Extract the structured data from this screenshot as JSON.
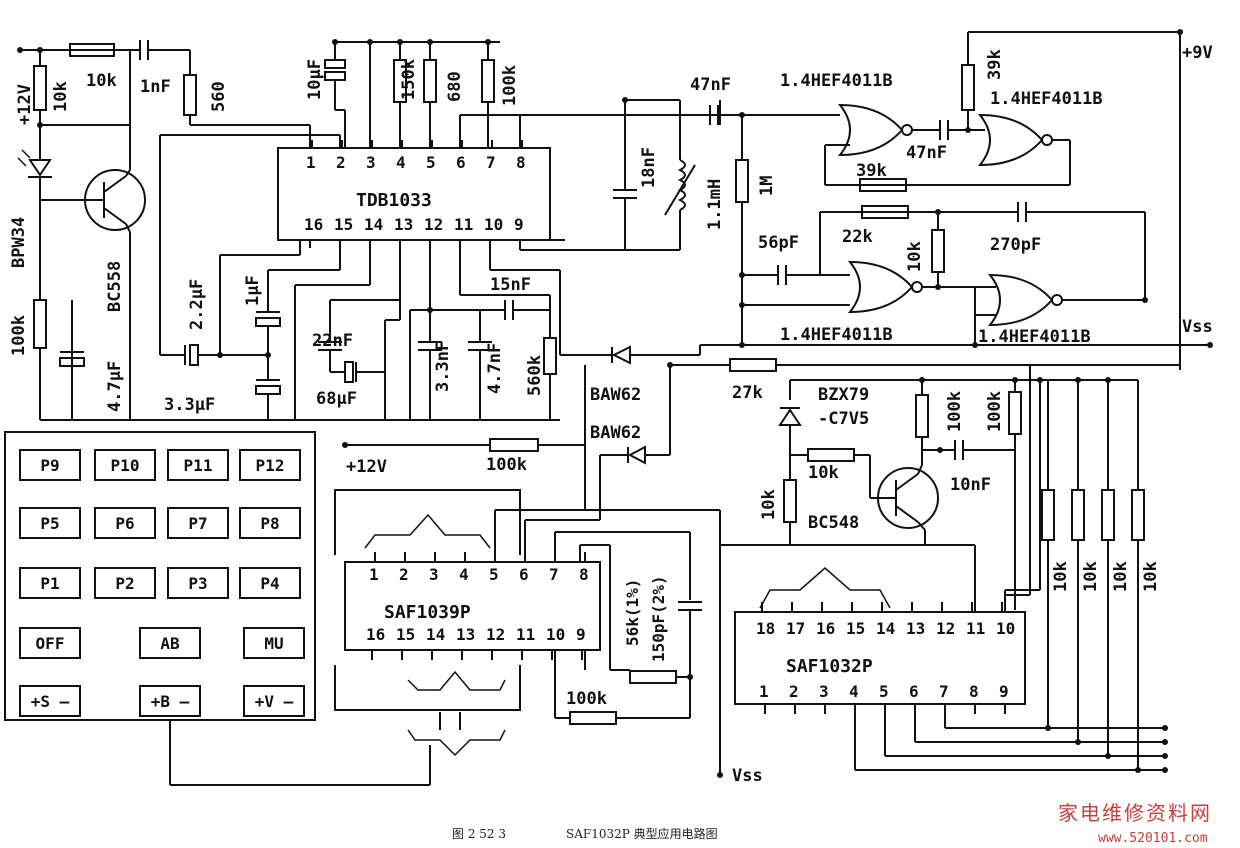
{
  "labels": {
    "plus12v_top": "+12V",
    "r10k_a": "10k",
    "r10k_b": "10k",
    "c1nf": "1nF",
    "r560": "560",
    "c10uf": "10µF",
    "r150k": "150k",
    "r680": "680",
    "r100k_a": "100k",
    "c47nf_a": "47nF",
    "hef_a": "1.4HEF4011B",
    "hef_b": "1.4HEF4011B",
    "r39k_a": "39k",
    "plus9v": "+9V",
    "c18nf": "18nF",
    "l11mh": "1.1mH",
    "r1m": "1M",
    "c47nf_b": "47nF",
    "r39k_b": "39k",
    "c56pf": "56pF",
    "r22k": "22k",
    "r10k_c": "10k",
    "c270pf": "270pF",
    "hef_c": "1.4HEF4011B",
    "hef_d": "1.4HEF4011B",
    "vss_right": "Vss",
    "bpw34": "BPW34",
    "bc558": "BC558",
    "r100k_b": "100k",
    "c47uf": "4.7µF",
    "c22uf": "2.2µF",
    "c1uf": "1µF",
    "c33uf": "3.3µF",
    "c22nf": "22nF",
    "c68uf": "68µF",
    "c33nf": "3.3nF",
    "c47nf_c": "4.7nF",
    "c15nf": "15nF",
    "r560k": "560k",
    "baw62_a": "BAW62",
    "baw62_b": "BAW62",
    "r27k": "27k",
    "bzx79": "BZX79",
    "c7v5": "-C7V5",
    "r100k_c": "100k",
    "r100k_d": "100k",
    "plus12v_mid": "+12V",
    "r100k_e": "100k",
    "r10k_d": "10k",
    "c10nf": "10nF",
    "r10k_e": "10k",
    "bc548": "BC548",
    "r56k": "56k(1%)",
    "c150pf": "150pF(2%)",
    "r100k_f": "100k",
    "r10k_f": "10k",
    "r10k_g": "10k",
    "r10k_h": "10k",
    "r10k_i": "10k",
    "vss_bottom": "Vss"
  },
  "chips": {
    "tdb": {
      "name": "TDB1033",
      "top_pins": [
        "1",
        "2",
        "3",
        "4",
        "5",
        "6",
        "7",
        "8"
      ],
      "bottom_pins": [
        "16",
        "15",
        "14",
        "13",
        "12",
        "11",
        "10",
        "9"
      ]
    },
    "saf1039": {
      "name": "SAF1039P",
      "top_pins": [
        "1",
        "2",
        "3",
        "4",
        "5",
        "6",
        "7",
        "8"
      ],
      "bottom_pins": [
        "16",
        "15",
        "14",
        "13",
        "12",
        "11",
        "10",
        "9"
      ]
    },
    "saf1032": {
      "name": "SAF1032P",
      "top_pins": [
        "18",
        "17",
        "16",
        "15",
        "14",
        "13",
        "12",
        "11",
        "10"
      ],
      "bottom_pins": [
        "1",
        "2",
        "3",
        "4",
        "5",
        "6",
        "7",
        "8",
        "9"
      ]
    }
  },
  "keypad": {
    "rows": [
      [
        "P9",
        "P10",
        "P11",
        "P12"
      ],
      [
        "P5",
        "P6",
        "P7",
        "P8"
      ],
      [
        "P1",
        "P2",
        "P3",
        "P4"
      ],
      [
        "OFF",
        "AB",
        "MU"
      ],
      [
        "+S –",
        "+B –",
        "+V –"
      ]
    ]
  },
  "caption": {
    "figure": "图 2    52    3",
    "title": "SAF1032P 典型应用电路图"
  },
  "watermark": {
    "cn": "家电维修资料网",
    "url": "www.520101.com"
  }
}
